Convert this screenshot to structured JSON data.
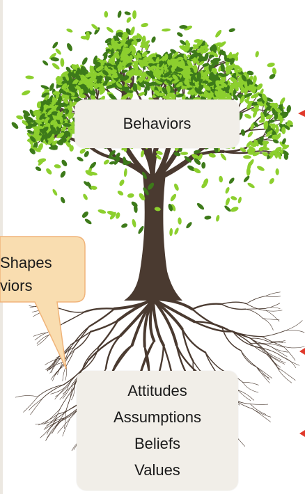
{
  "behaviors_box": {
    "label": "Behaviors"
  },
  "roots_box": {
    "items": [
      "Attitudes",
      "Assumptions",
      "Beliefs",
      "Values"
    ]
  },
  "callout": {
    "line1": "Shapes",
    "line2": "viors"
  },
  "colors": {
    "box_fill": "#f1eee8",
    "callout_fill": "#f9ddb0",
    "callout_stroke": "#f0b47a",
    "trunk": "#4a3a30",
    "leaf_light": "#8ccf2e",
    "leaf_dark": "#3d7a1a",
    "arrow": "#e0392b"
  },
  "icons": [
    "tree-illustration",
    "roots-illustration",
    "arrow-icon"
  ]
}
